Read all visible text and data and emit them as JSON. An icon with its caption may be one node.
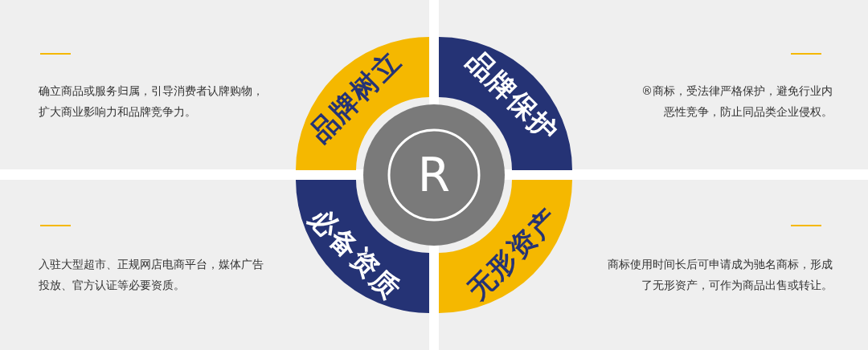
{
  "diagram": {
    "nodes": [
      {
        "text": [
          "品牌树立"
        ]
      },
      {
        "text": [
          "品牌保护"
        ]
      },
      {
        "text": [
          "必备资质"
        ]
      },
      {
        "text": [
          "无形资产"
        ]
      },
      {
        "text": [
          "R"
        ]
      }
    ],
    "labels": [
      "确立商品或服务归属，引导消费者认牌购物，扩大商业影响力和品牌竞争力。",
      "®商标，受法律严格保护，避免行业内恶性竞争，防止同品类企业侵权。",
      "入驻大型超市、正规网店电商平台，媒体广告投放、官方认证等必要资质。",
      "商标使用时间长后可申请成为驰名商标，形成了无形资产，可作为商品出售或转让。"
    ]
  }
}
